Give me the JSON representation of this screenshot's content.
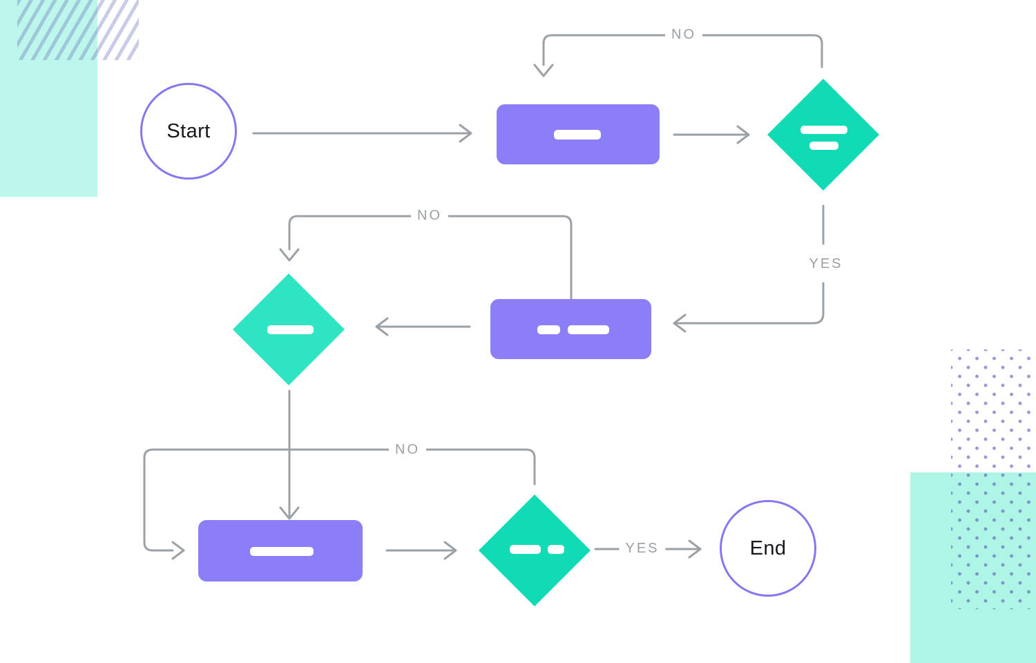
{
  "page": {
    "type": "flowchart-illustration",
    "background": "#FFFFFF"
  },
  "colors": {
    "process_fill": "#8B7EF7",
    "decision_fill": "#11DBB4",
    "decision_fill_alt": "#2EE4C3",
    "terminal_border": "#8478EE",
    "terminal_text": "#16181D",
    "connector": "#9BA1A6",
    "edge_label_text": "#9AA0A5",
    "corner_square_top_left": "#BDF7EC",
    "corner_square_bottom_right": "#AFF5E6",
    "stripe_pattern": "#C9CDEA",
    "dot_pattern": "#9396D5"
  },
  "flowchart": {
    "nodes": {
      "start": {
        "label": "Start",
        "shape": "circle",
        "role": "start-terminal"
      },
      "process1": {
        "shape": "rounded-rect",
        "role": "process",
        "placeholder_bars": 1
      },
      "decision1": {
        "shape": "diamond",
        "role": "decision",
        "placeholder_bars": 2
      },
      "process2": {
        "shape": "rounded-rect",
        "role": "process",
        "placeholder_bars": 2
      },
      "decision2": {
        "shape": "diamond",
        "role": "decision",
        "placeholder_bars": 1
      },
      "process3": {
        "shape": "rounded-rect",
        "role": "process",
        "placeholder_bars": 1
      },
      "decision3": {
        "shape": "diamond",
        "role": "decision",
        "placeholder_bars": 2
      },
      "end": {
        "label": "End",
        "shape": "circle",
        "role": "end-terminal"
      }
    },
    "edges": {
      "start_to_process1": {
        "from": "start",
        "to": "process1",
        "label": ""
      },
      "process1_to_decision1": {
        "from": "process1",
        "to": "decision1",
        "label": ""
      },
      "top_no": {
        "from": "decision1",
        "to": "process1",
        "label": "NO"
      },
      "right_yes": {
        "from": "decision1",
        "to": "process2",
        "label": "YES"
      },
      "process2_to_decision2": {
        "from": "process2",
        "to": "decision2",
        "label": ""
      },
      "mid_no": {
        "from": "process2",
        "to": "decision2",
        "label": "NO"
      },
      "decision2_to_process3": {
        "from": "decision2",
        "to": "process3",
        "label": ""
      },
      "bottom_no": {
        "from": "decision3",
        "to": "process3",
        "label": "NO"
      },
      "process3_to_decision3": {
        "from": "process3",
        "to": "decision3",
        "label": ""
      },
      "end_yes": {
        "from": "decision3",
        "to": "end",
        "label": "YES"
      }
    }
  }
}
